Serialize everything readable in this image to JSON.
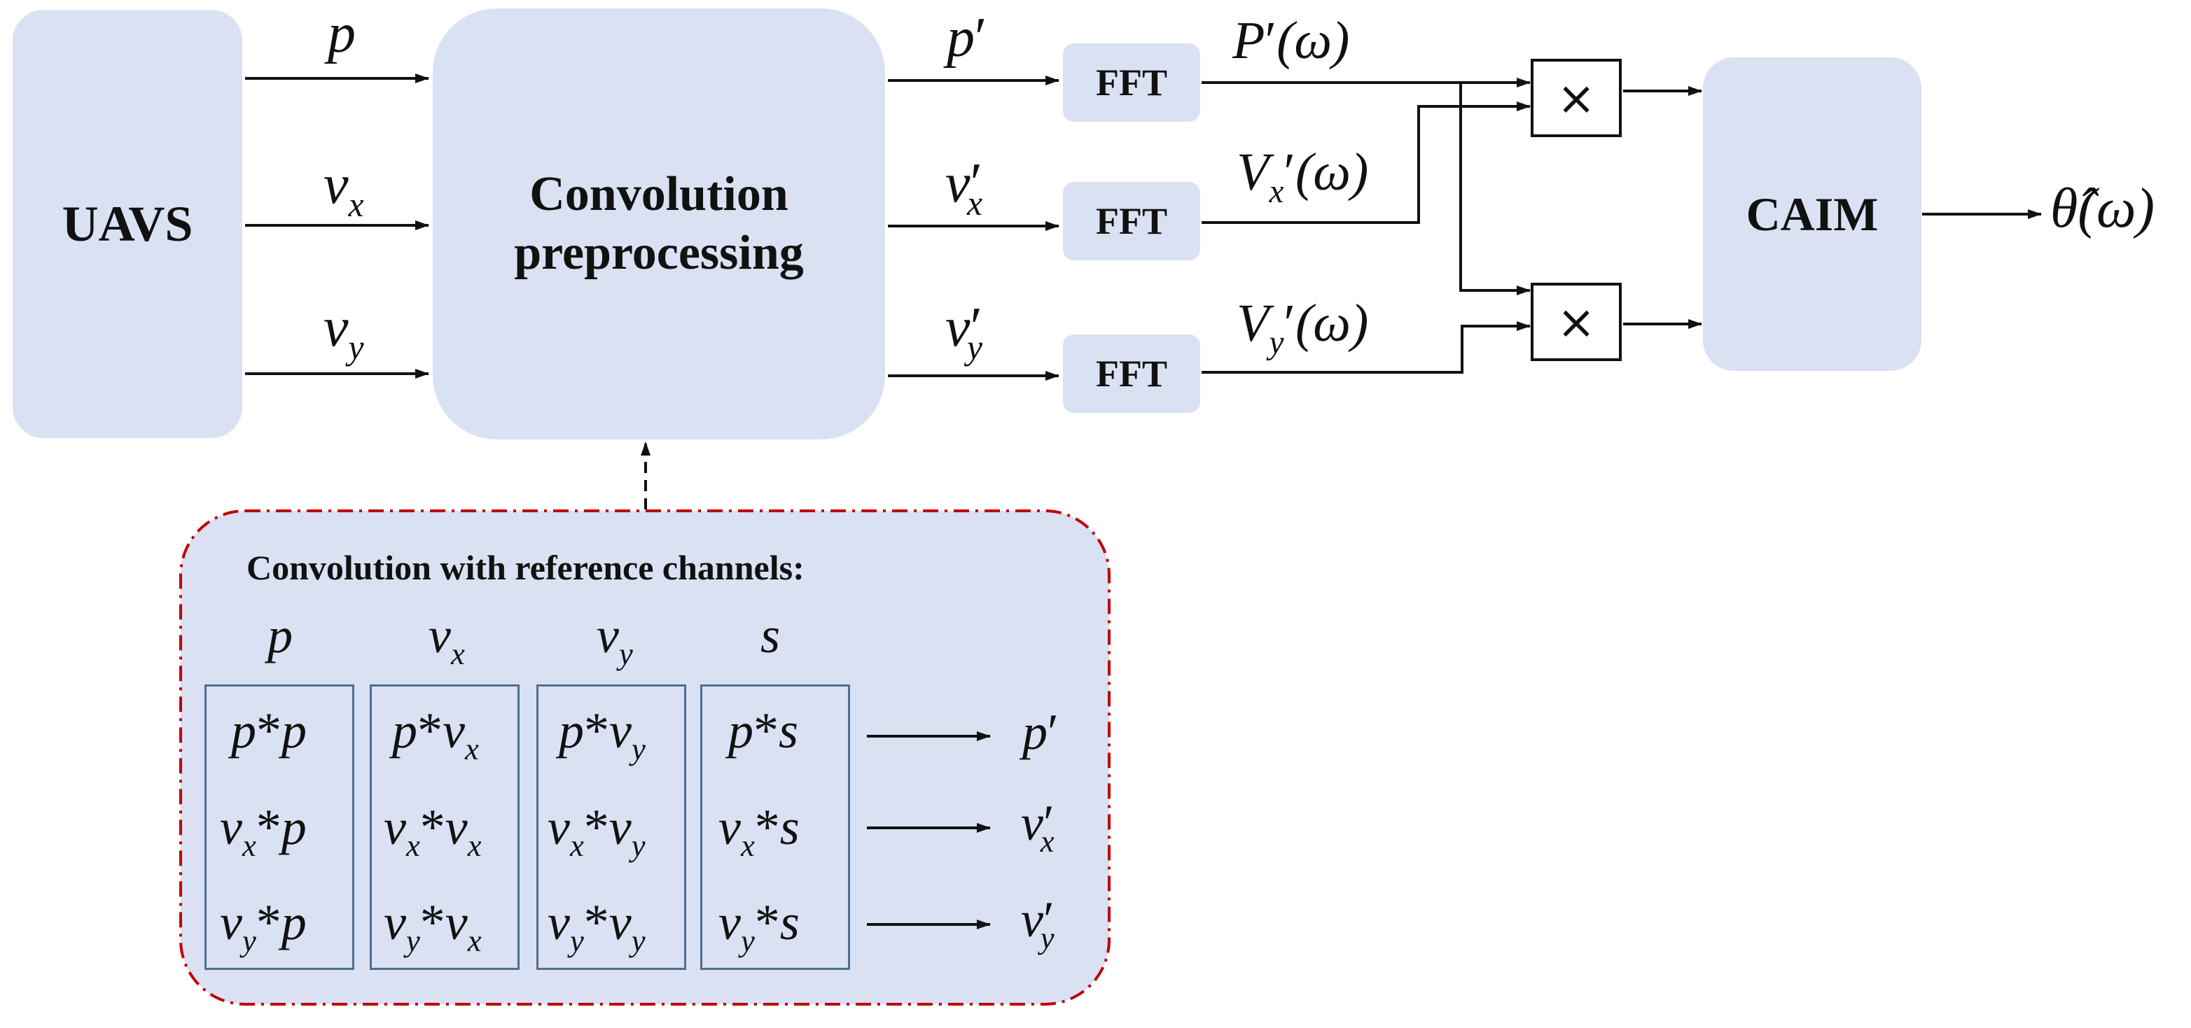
{
  "blocks": {
    "uavs": "UAVS",
    "conv_line1": "Convolution",
    "conv_line2": "preprocessing",
    "fft": "FFT",
    "caim": "CAIM",
    "multiply": "×"
  },
  "signals": {
    "p": "p",
    "v": "v",
    "x": "x",
    "y": "y",
    "prime": "′",
    "P": "P",
    "V": "V",
    "omega": "(ω)",
    "theta": "θ̂"
  },
  "reference": {
    "title": "Convolution with reference channels:",
    "col_heads": [
      "p",
      "v",
      "v",
      "s"
    ],
    "col_head_subs": [
      "",
      "x",
      "y",
      ""
    ],
    "star": "*",
    "s": "s"
  },
  "colors": {
    "block_fill": "#d9e1f2",
    "cell_border": "#4f6e91",
    "dash_border": "#c00000",
    "line": "#111111"
  }
}
